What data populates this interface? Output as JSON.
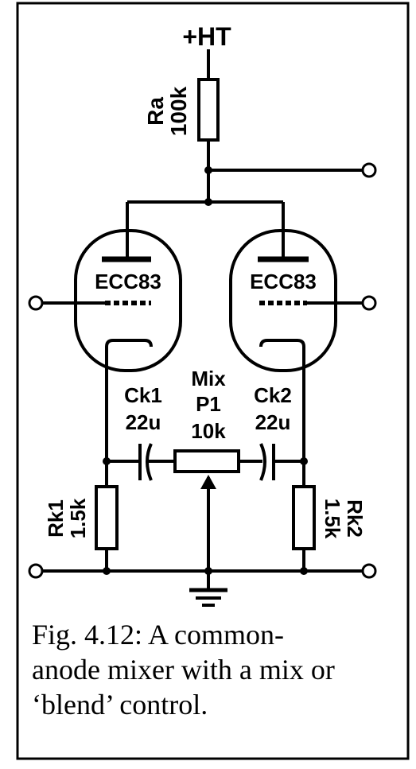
{
  "labels": {
    "supply": "+HT",
    "ra_name": "Ra",
    "ra_value": "100k",
    "tube_left": "ECC83",
    "tube_right": "ECC83",
    "mix": "Mix",
    "pot_name": "P1",
    "pot_value": "10k",
    "ck1_name": "Ck1",
    "ck1_value": "22u",
    "ck2_name": "Ck2",
    "ck2_value": "22u",
    "rk1_name": "Rk1",
    "rk1_value": "1.5k",
    "rk2_name": "Rk2",
    "rk2_value": "1.5k"
  },
  "caption": {
    "line1": "Fig. 4.12: A common-",
    "line2": "anode mixer with a mix or",
    "line3": "‘blend’ control."
  }
}
